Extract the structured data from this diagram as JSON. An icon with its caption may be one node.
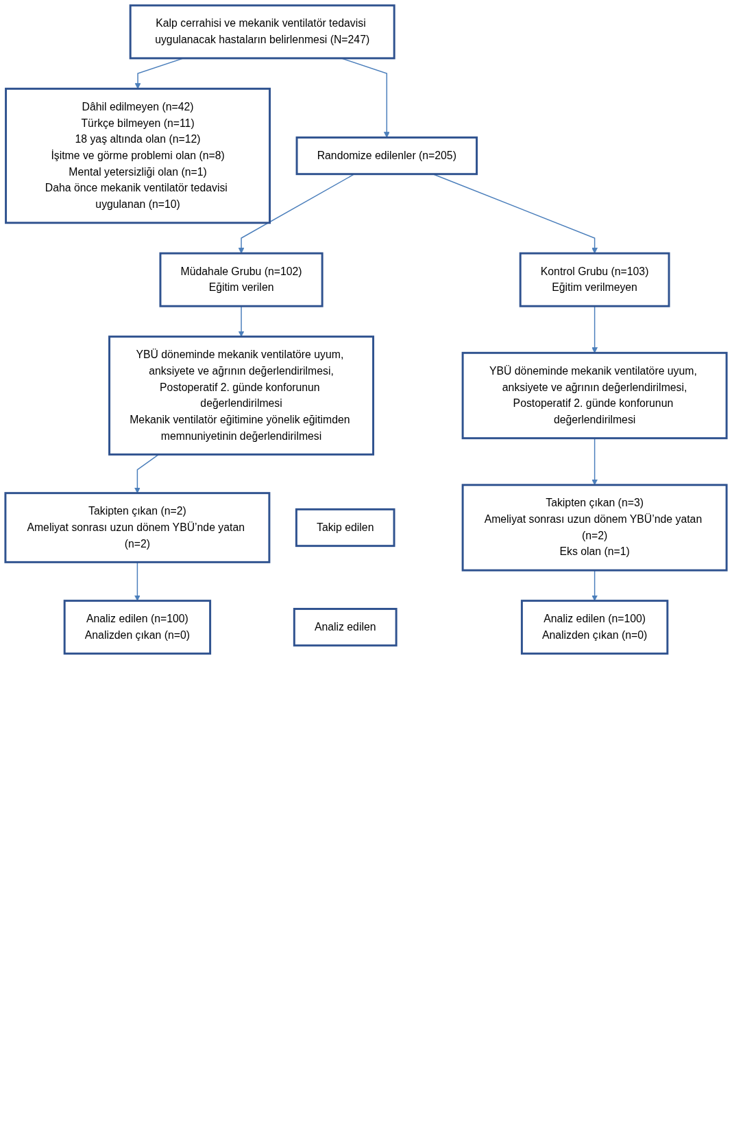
{
  "diagram": {
    "nodes": [
      {
        "text": [
          "Kalp cerrahisi ve mekanik ventilatör tedavisi uygulanacak hastaların belirlenmesi (N=247)"
        ]
      },
      {
        "text": [
          "Dâhil edilmeyen (n=42)",
          "Türkçe bilmeyen (n=11)",
          "18 yaş altında olan (n=12)",
          "İşitme ve görme problemi olan (n=8)",
          "Mental yetersizliği olan (n=1)",
          "Daha önce mekanik ventilatör tedavisi uygulanan (n=10)"
        ]
      },
      {
        "text": [
          "Randomize edilenler (n=205)"
        ]
      },
      {
        "text": [
          "Müdahale Grubu (n=102)",
          "Eğitim verilen"
        ]
      },
      {
        "text": [
          "Kontrol Grubu (n=103)",
          "Eğitim verilmeyen"
        ]
      },
      {
        "text": [
          "YBÜ döneminde mekanik ventilatöre uyum, anksiyete ve ağrının değerlendirilmesi,",
          "Postoperatif 2. günde konforunun değerlendirilmesi",
          "Mekanik ventilatör eğitimine yönelik eğitimden memnuniyetinin değerlendirilmesi"
        ]
      },
      {
        "text": [
          "YBÜ döneminde mekanik ventilatöre uyum, anksiyete ve ağrının değerlendirilmesi,",
          "Postoperatif 2. günde konforunun değerlendirilmesi"
        ]
      },
      {
        "text": [
          "Takipten çıkan (n=2)",
          "Ameliyat sonrası uzun dönem YBÜ’nde yatan (n=2)"
        ]
      },
      {
        "text": [
          "Takip edilen"
        ]
      },
      {
        "text": [
          "Takipten çıkan (n=3)",
          "Ameliyat sonrası uzun dönem YBÜ’nde yatan (n=2)",
          "Eks olan (n=1)"
        ]
      },
      {
        "text": [
          "Analiz edilen (n=100)",
          "Analizden çıkan (n=0)"
        ]
      },
      {
        "text": [
          "Analiz edilen"
        ]
      },
      {
        "text": [
          "Analiz edilen (n=100)",
          "Analizden çıkan (n=0)"
        ]
      }
    ],
    "edges": [
      {
        "from": 0,
        "to": 2,
        "arrow": "to"
      },
      {
        "from": 0,
        "to": 1,
        "arrow": "to"
      },
      {
        "from": 2,
        "to": 3,
        "arrow": "to"
      },
      {
        "from": 2,
        "to": 4,
        "arrow": "to"
      },
      {
        "from": 3,
        "to": 5,
        "arrow": "to"
      },
      {
        "from": 4,
        "to": 6,
        "arrow": "to"
      },
      {
        "from": 5,
        "to": 7,
        "arrow": "to"
      },
      {
        "from": 6,
        "to": 9,
        "arrow": "to"
      },
      {
        "from": 7,
        "to": 10,
        "arrow": "to"
      },
      {
        "from": 9,
        "to": 12,
        "arrow": "to"
      }
    ]
  }
}
